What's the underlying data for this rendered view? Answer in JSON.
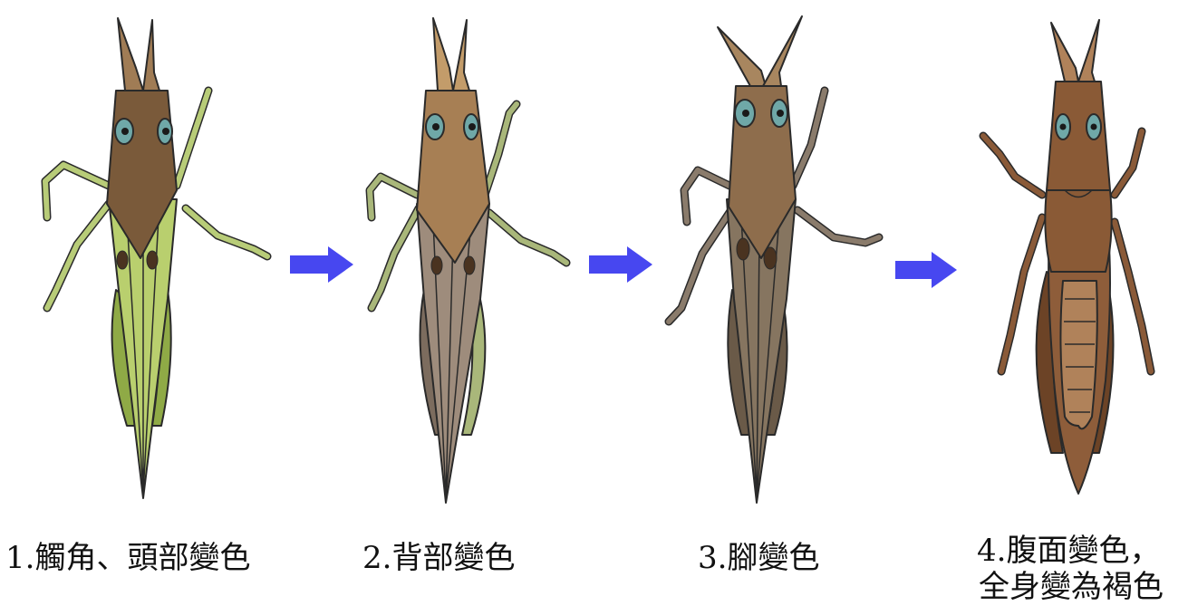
{
  "stages": [
    {
      "number": "1.",
      "label": "觸角、頭部變色",
      "colors": {
        "head": "#7a5a3a",
        "head_light": "#a07c55",
        "body": "#b9cf6e",
        "body_dark": "#8faa46",
        "legs": "#b8cc78",
        "eye": "#6fa8a8"
      }
    },
    {
      "number": "2.",
      "label": "背部變色",
      "colors": {
        "head": "#a77f54",
        "head_light": "#c39c6a",
        "body": "#9e8c7c",
        "body_dark": "#7c6c5e",
        "legs": "#a9b77a",
        "eye": "#6fa8a8"
      }
    },
    {
      "number": "3.",
      "label": "腳變色",
      "colors": {
        "head": "#8e6d4c",
        "head_light": "#a8865f",
        "body": "#867560",
        "body_dark": "#6a5a48",
        "legs": "#8a7b6b",
        "eye": "#6fa8a8"
      }
    },
    {
      "number": "4.",
      "label_line1": "腹面變色，",
      "label_line2": "全身變為褐色",
      "colors": {
        "head": "#8a5a36",
        "head_light": "#b0825a",
        "body": "#8e5d3a",
        "body_dark": "#6c4326",
        "legs": "#8a5a38",
        "eye": "#6fa8a8"
      }
    }
  ],
  "arrow_color": "#4747f0",
  "outline_color": "#2a2a2a"
}
